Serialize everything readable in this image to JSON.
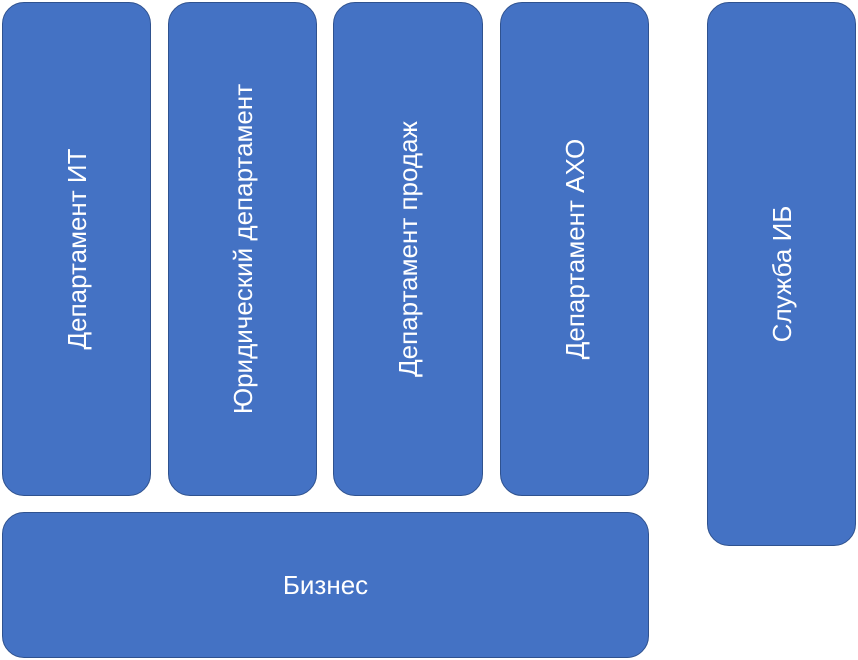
{
  "departments": [
    {
      "label": "Департамент ИТ"
    },
    {
      "label": "Юридический департамент"
    },
    {
      "label": "Департамент продаж"
    },
    {
      "label": "Департамент АХО"
    }
  ],
  "security_service": {
    "label": "Служба ИБ"
  },
  "business": {
    "label": "Бизнес"
  },
  "colors": {
    "box_fill": "#4472c4",
    "box_border": "#2f528f",
    "text": "#ffffff"
  }
}
